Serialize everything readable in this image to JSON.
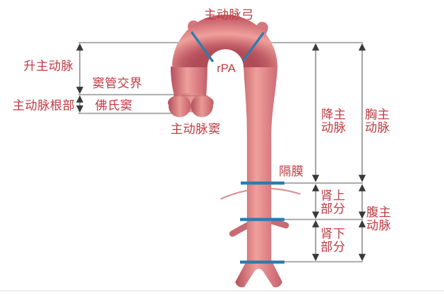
{
  "figure": {
    "title_context": "aorta-segments-diagram",
    "labels": {
      "aortic_arch": "主动脉弓",
      "ascending_aorta": "升主动脉",
      "sinotubular_junction": "窦管交界",
      "aortic_root": "主动脉根部",
      "sinus_of_valsalva": "佛氏窦",
      "aortic_sinus": "主动脉窦",
      "rpa": "rPA",
      "diaphragm": "隔膜",
      "descending_aorta": [
        "降主",
        "动脉"
      ],
      "thoracic_aorta": [
        "胸主",
        "动脉"
      ],
      "suprarenal_part": [
        "肾上",
        "部分"
      ],
      "infrarenal_part": [
        "肾下",
        "部分"
      ],
      "abdominal_aorta": [
        "腹主",
        "动脉"
      ]
    },
    "colors": {
      "label_red": "#c03a42",
      "marker_blue": "#2d7cad",
      "vessel_dark": "#b4505c",
      "vessel_light": "#efa09b",
      "vessel_mid": "#d4747c",
      "measure_gray": "#9e9e9e",
      "arrowhead": "#3a3a3a",
      "diaphragm_arc": "#e09298",
      "background": "#ffffff"
    }
  }
}
